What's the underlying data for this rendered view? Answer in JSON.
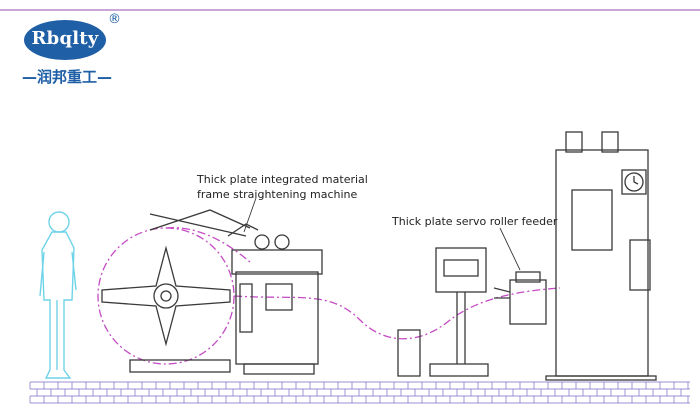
{
  "brand": {
    "logo_text": "Rbqlty",
    "registered_mark": "®",
    "chinese_name": "—润邦重工—",
    "color": "#1f5fa6"
  },
  "labels": {
    "straightening_line1": "Thick plate integrated material",
    "straightening_line2": "frame straightening machine",
    "servo_feeder": "Thick plate servo roller feeder"
  },
  "colors": {
    "top_rule": "#c9a6d8",
    "line_art": "#3a3a3a",
    "material_path": "#c44bc4",
    "person": "#6fd3e8",
    "floor": "#7a6cc8"
  },
  "icons": [
    "person-silhouette-icon",
    "decoiler-reel-icon",
    "clock-gauge-icon"
  ]
}
